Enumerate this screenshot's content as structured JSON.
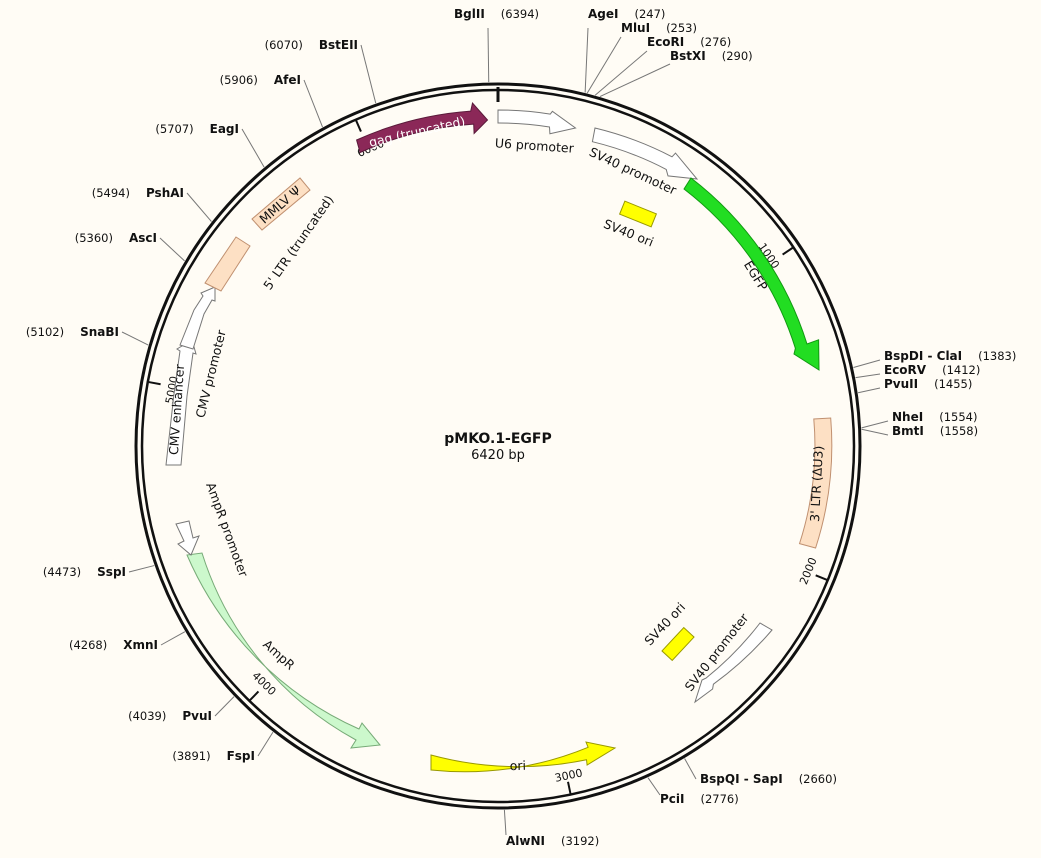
{
  "plasmid": {
    "name": "pMKO.1-EGFP",
    "size_label": "6420 bp",
    "length": 6420
  },
  "ticks": [
    {
      "bp": 1000,
      "label": "1000"
    },
    {
      "bp": 2000,
      "label": "2000"
    },
    {
      "bp": 3000,
      "label": "3000"
    },
    {
      "bp": 4000,
      "label": "4000"
    },
    {
      "bp": 5000,
      "label": "5000"
    },
    {
      "bp": 6000,
      "label": "6000"
    }
  ],
  "sites": [
    {
      "name": "BglII",
      "pos": "(6394)",
      "bp": 6394
    },
    {
      "name": "AgeI",
      "pos": "(247)",
      "bp": 247
    },
    {
      "name": "MluI",
      "pos": "(253)",
      "bp": 253
    },
    {
      "name": "EcoRI",
      "pos": "(276)",
      "bp": 276
    },
    {
      "name": "BstXI",
      "pos": "(290)",
      "bp": 290
    },
    {
      "name": "BspDI - ClaI",
      "pos": "(1383)",
      "bp": 1383
    },
    {
      "name": "EcoRV",
      "pos": "(1412)",
      "bp": 1412
    },
    {
      "name": "PvuII",
      "pos": "(1455)",
      "bp": 1455
    },
    {
      "name": "NheI",
      "pos": "(1554)",
      "bp": 1554
    },
    {
      "name": "BmtI",
      "pos": "(1558)",
      "bp": 1558
    },
    {
      "name": "BspQI - SapI",
      "pos": "(2660)",
      "bp": 2660
    },
    {
      "name": "PciI",
      "pos": "(2776)",
      "bp": 2776
    },
    {
      "name": "AlwNI",
      "pos": "(3192)",
      "bp": 3192
    },
    {
      "name": "FspI",
      "pos": "(3891)",
      "bp": 3891
    },
    {
      "name": "PvuI",
      "pos": "(4039)",
      "bp": 4039
    },
    {
      "name": "XmnI",
      "pos": "(4268)",
      "bp": 4268
    },
    {
      "name": "SspI",
      "pos": "(4473)",
      "bp": 4473
    },
    {
      "name": "SnaBI",
      "pos": "(5102)",
      "bp": 5102
    },
    {
      "name": "AscI",
      "pos": "(5360)",
      "bp": 5360
    },
    {
      "name": "PshAI",
      "pos": "(5494)",
      "bp": 5494
    },
    {
      "name": "EagI",
      "pos": "(5707)",
      "bp": 5707
    },
    {
      "name": "AfeI",
      "pos": "(5906)",
      "bp": 5906
    },
    {
      "name": "BstEII",
      "pos": "(6070)",
      "bp": 6070
    }
  ],
  "features": [
    {
      "name": "gag (truncated)",
      "color": "#8b2858",
      "text_color": "#ffffff"
    },
    {
      "name": "U6 promoter",
      "color": "#ffffff"
    },
    {
      "name": "SV40 promoter",
      "color": "#ffffff"
    },
    {
      "name": "EGFP",
      "color": "#22dd22"
    },
    {
      "name": "SV40 ori",
      "color": "#ffff00"
    },
    {
      "name": "3' LTR (ΔU3)",
      "color": "#fde0c4"
    },
    {
      "name": "SV40 ori",
      "color": "#ffff00"
    },
    {
      "name": "SV40 promoter",
      "color": "#ffffff"
    },
    {
      "name": "ori",
      "color": "#ffff00"
    },
    {
      "name": "AmpR",
      "color": "#ccf8cc"
    },
    {
      "name": "AmpR promoter",
      "color": "#ffffff"
    },
    {
      "name": "CMV enhancer",
      "color": "#ffffff"
    },
    {
      "name": "CMV promoter",
      "color": "#ffffff"
    },
    {
      "name": "5' LTR (truncated)",
      "color": "#fde0c4"
    },
    {
      "name": "MMLV Ψ",
      "color": "#fde0c4"
    }
  ]
}
